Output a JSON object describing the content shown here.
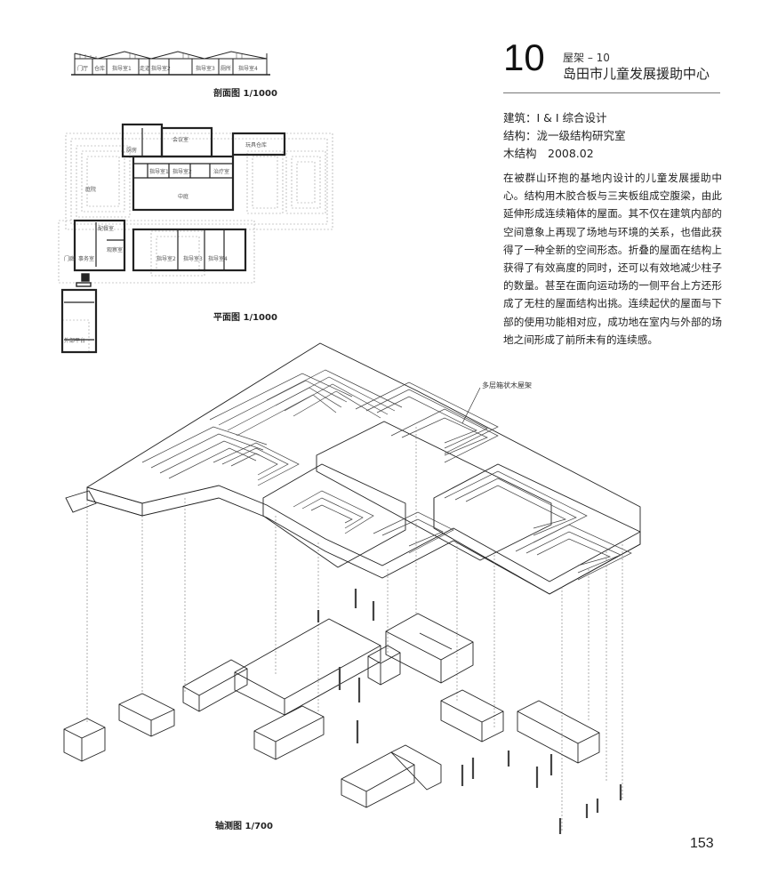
{
  "header": {
    "number": "10",
    "subtitle": "屋架 – 10",
    "title": "岛田市儿童发展援助中心"
  },
  "credits": {
    "architecture": "建筑：I & I 综合设计",
    "structure": "结构：泷一级结构研究室",
    "type_date": "木结构　2008.02"
  },
  "description": "在被群山环抱的基地内设计的儿童发展援助中心。结构用木胶合板与三夹板组成空腹梁，由此延伸形成连续箱体的屋面。其不仅在建筑内部的空间意象上再现了场地与环境的关系，也借此获得了一种全新的空间形态。折叠的屋面在结构上获得了有效高度的同时，还可以有效地减少柱子的数量。甚至在面向运动场的一侧平台上方还形成了无柱的屋面结构出挑。连续起伏的屋面与下部的使用功能相对应，成功地在室内与外部的场地之间形成了前所未有的连续感。",
  "captions": {
    "section": "剖面图 1/1000",
    "plan": "平面图 1/1000",
    "axon": "轴测图 1/700",
    "roof_label": "多层箱状木屋架"
  },
  "section_labels": [
    "门厅",
    "仓库",
    "指导室1",
    "走道",
    "指导室2",
    "指导室3",
    "厕所",
    "指导室4"
  ],
  "plan_labels": [
    "会议室",
    "玩具仓库",
    "厨房",
    "庭院",
    "中庭",
    "指导室1",
    "指导室2",
    "治疗室",
    "配餐室",
    "观察室",
    "事务室",
    "指导室2",
    "指导室3",
    "指导室4",
    "门廊",
    "外部平台"
  ],
  "page_number": "153"
}
